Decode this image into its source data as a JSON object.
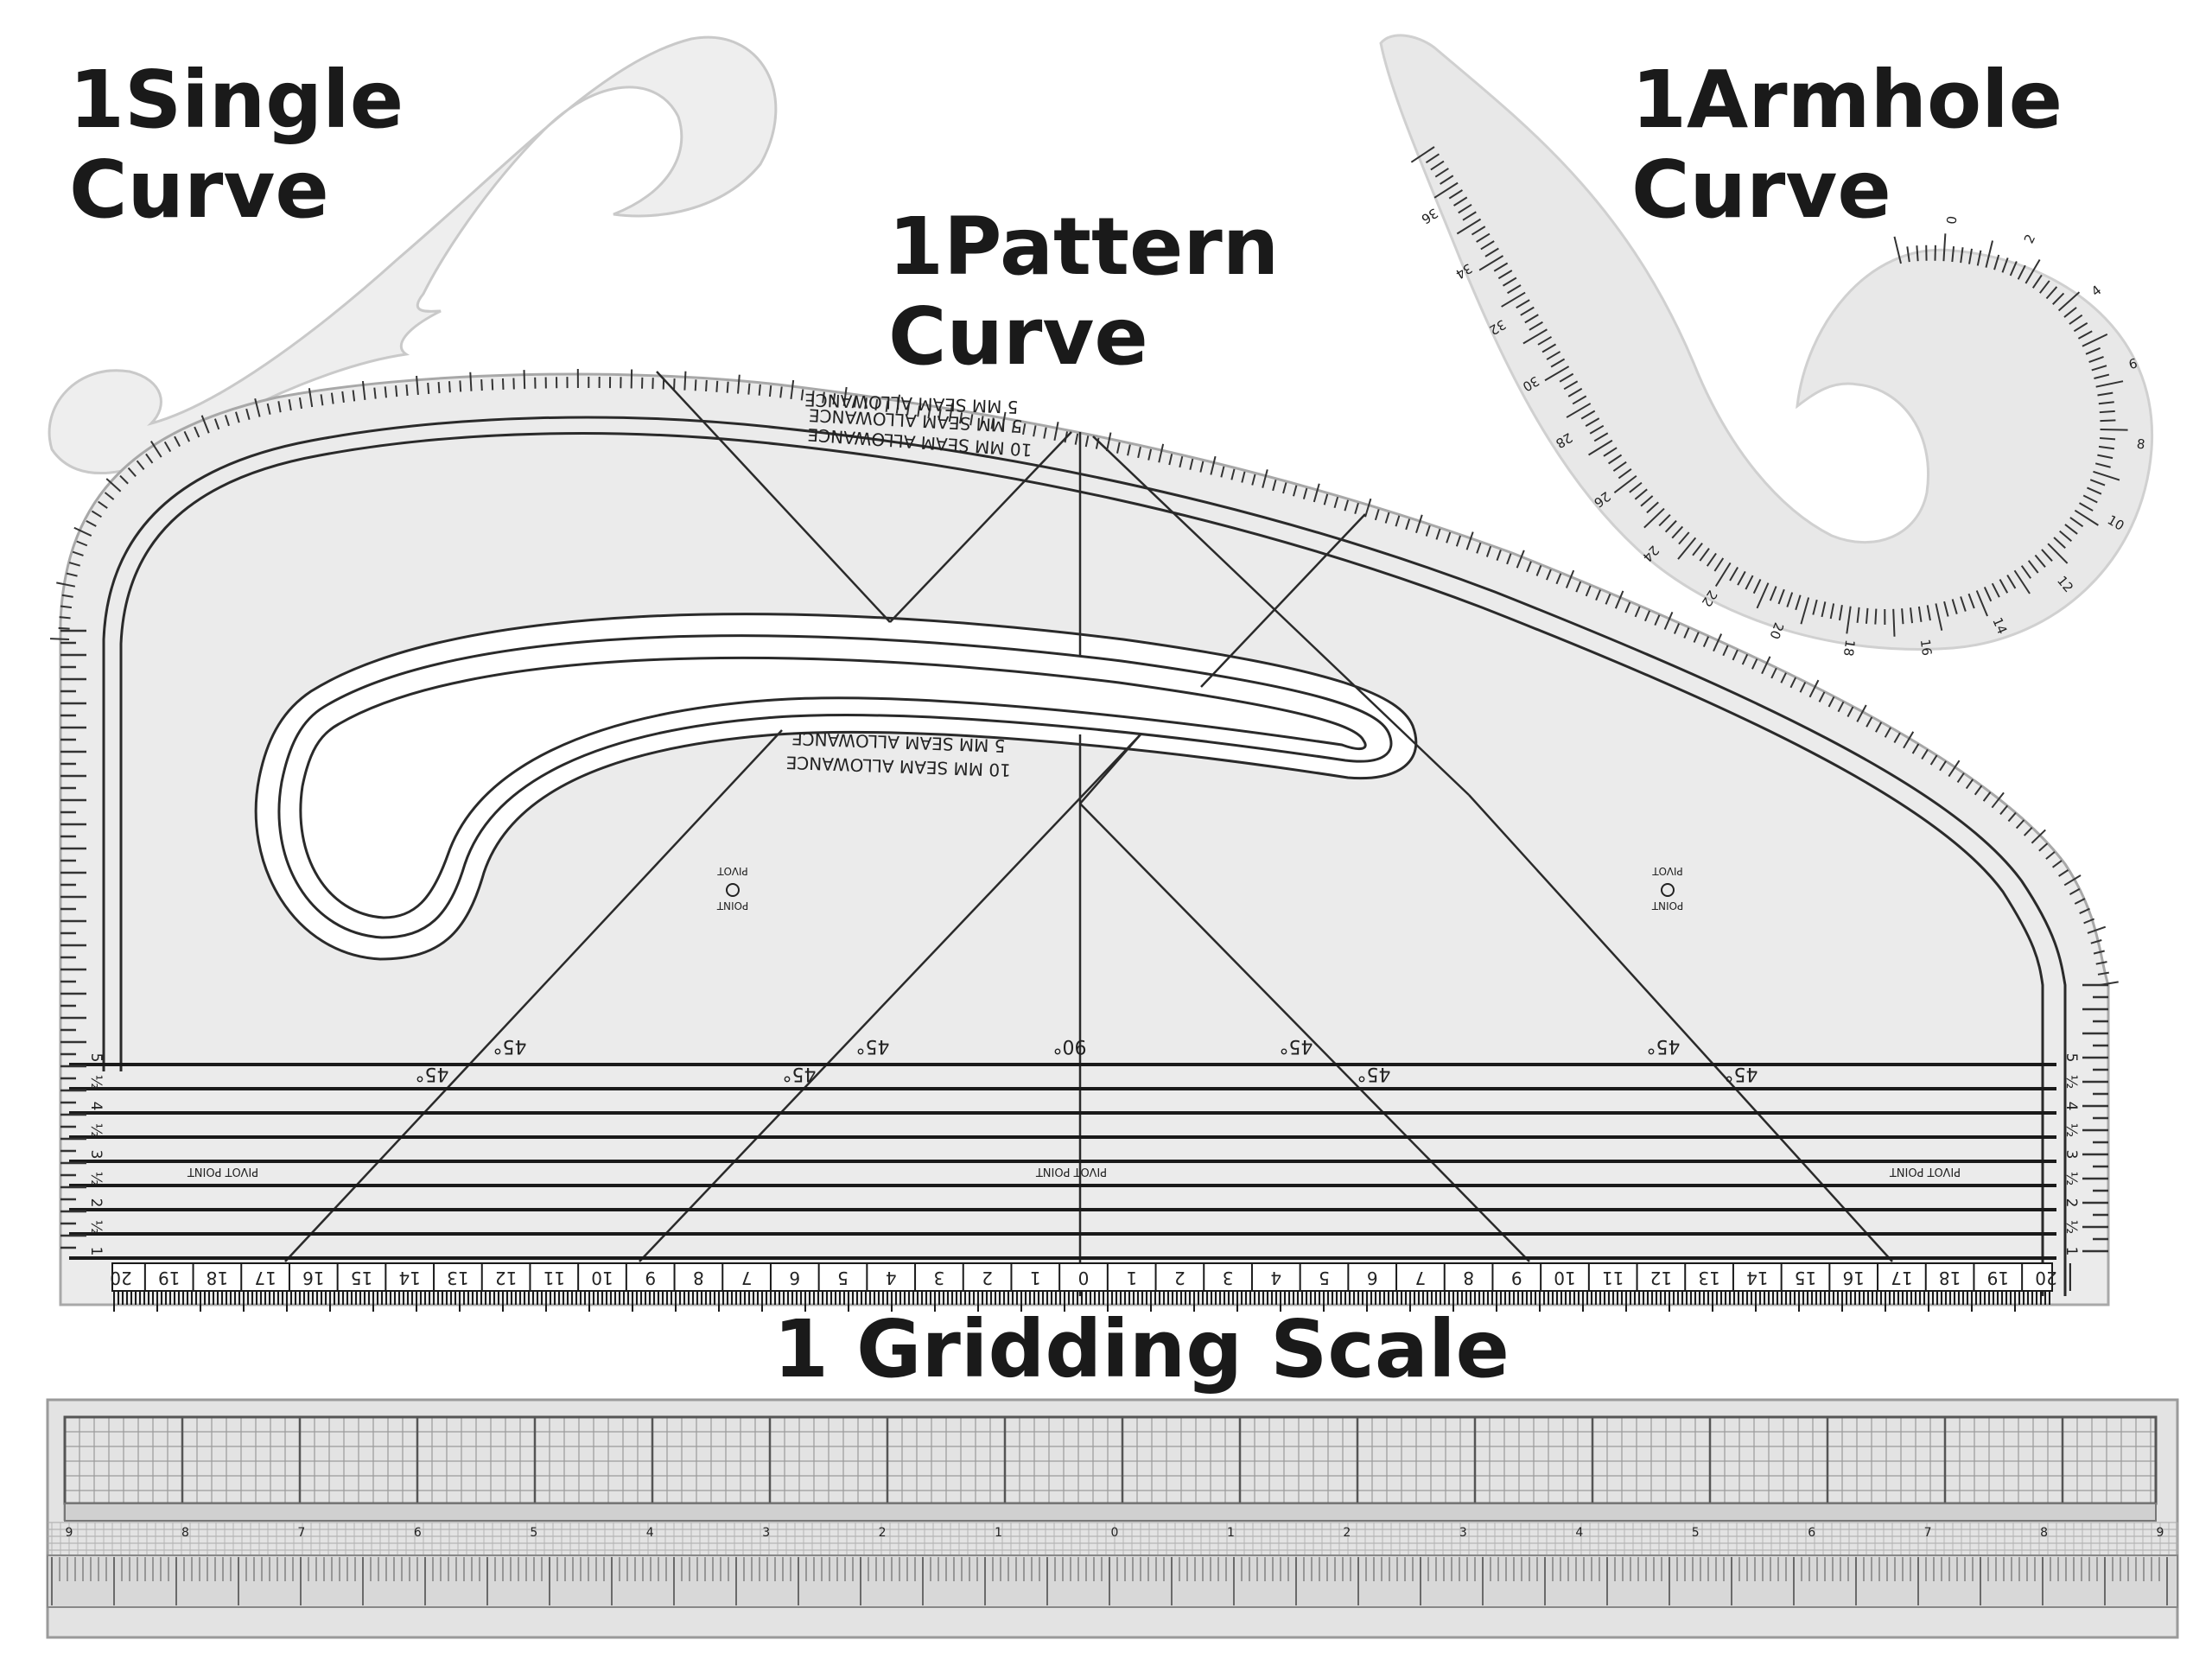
{
  "labels": {
    "single": {
      "line1": "1Single",
      "line2": "Curve"
    },
    "pattern": {
      "line1": "1Pattern",
      "line2": "Curve"
    },
    "armhole": {
      "line1": "1Armhole",
      "line2": "Curve"
    },
    "gridding": "1 Gridding Scale"
  },
  "pattern_ruler": {
    "seam_5mm": "5 MM SEAM ALLOWANCE",
    "seam_10mm": "10 MM SEAM ALLOWANCE",
    "pivot_point": "PIVOT POINT",
    "pivot_short": "PIVOT",
    "pivot_word2": "POINT",
    "angle_45": "45°",
    "angle_90": "90°",
    "half": "½",
    "side_scale": [
      "1",
      "½",
      "2",
      "½",
      "3",
      "½",
      "4",
      "½",
      "5"
    ],
    "bottom_scale": [
      "20",
      "19",
      "18",
      "17",
      "16",
      "15",
      "14",
      "13",
      "12",
      "11",
      "10",
      "9",
      "8",
      "7",
      "6",
      "5",
      "4",
      "3",
      "2",
      "1",
      "0",
      "1",
      "2",
      "3",
      "4",
      "5",
      "6",
      "7",
      "8",
      "9",
      "10",
      "11",
      "12",
      "13",
      "14",
      "15",
      "16",
      "17",
      "18",
      "19",
      "20"
    ]
  },
  "armhole_ruler": {
    "scale": [
      "36",
      "34",
      "32",
      "30",
      "28",
      "26",
      "24",
      "22",
      "20",
      "18",
      "16",
      "14",
      "12",
      "10",
      "8",
      "6",
      "4",
      "2",
      "0"
    ]
  },
  "gridding_scale": {
    "scale": [
      "9",
      "8",
      "7",
      "6",
      "5",
      "4",
      "3",
      "2",
      "1",
      "0",
      "1",
      "2",
      "3",
      "4",
      "5",
      "6",
      "7",
      "8",
      "9"
    ]
  },
  "colors": {
    "text": "#1a1a1a",
    "plastic": "#e9e9e9",
    "line": "#2a2a2a"
  }
}
